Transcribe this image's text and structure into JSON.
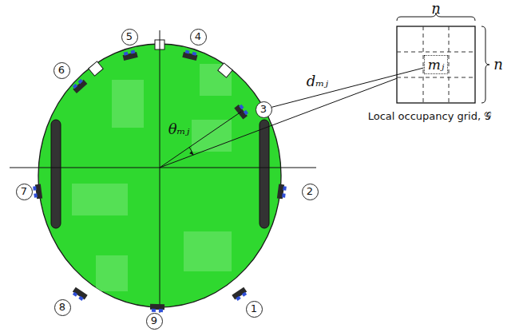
{
  "diagram": {
    "nodes": [
      {
        "text": [
          "1"
        ]
      },
      {
        "text": [
          "2"
        ]
      },
      {
        "text": [
          "3"
        ]
      },
      {
        "text": [
          "4"
        ]
      },
      {
        "text": [
          "5"
        ]
      },
      {
        "text": [
          "6"
        ]
      },
      {
        "text": [
          "7"
        ]
      },
      {
        "text": [
          "8"
        ]
      },
      {
        "text": [
          "9"
        ]
      },
      {
        "text": [
          "mⱼ"
        ]
      }
    ],
    "edges": [
      {
        "from": 2,
        "to": 9,
        "arrow": "none",
        "label": "dₘⱼ"
      }
    ],
    "labels": [
      "n",
      "n",
      "θₘⱼ",
      "Local occupancy grid, 𝒢"
    ]
  }
}
